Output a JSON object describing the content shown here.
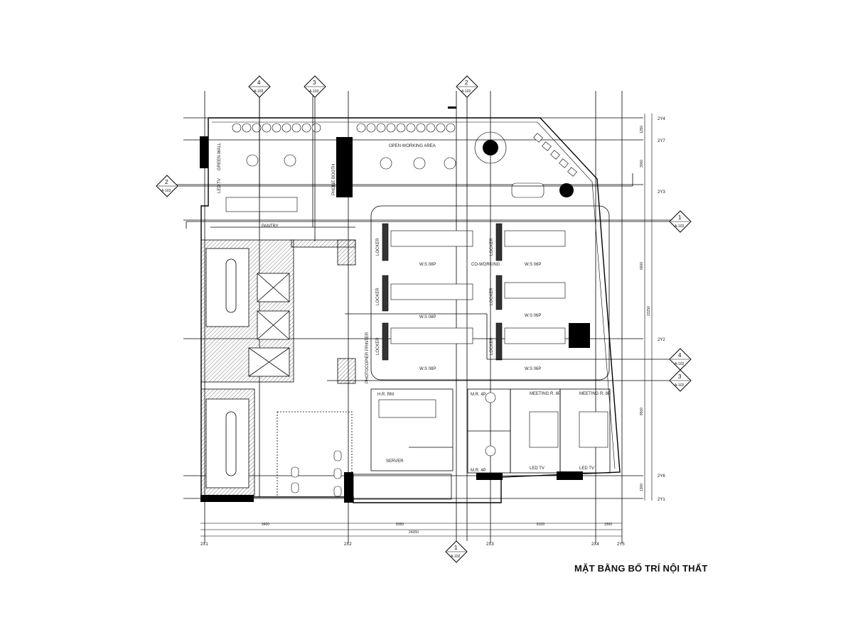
{
  "title": "MẶT BẰNG BỐ TRÍ NỘI THẤT",
  "rooms": {
    "open_working_area": "OPEN WORKING AREA",
    "phone_booth": "PHONE BOOTH",
    "green_wall": "GREEN WALL",
    "led_tv_wall": "LED TV",
    "pantry": "PANTRY",
    "co_working": "CO-WORKING",
    "locker": "LOCKER",
    "ws_08p": "W.S 08P",
    "ws_06p": "W.S 06P",
    "photocopier": "PHOTOCOPIER PRINTER",
    "hr_room": "H.R. RM",
    "server": "SERVER",
    "mr_4p": "M.R. 4P",
    "meeting_8p": "MEETING R. 8P",
    "led_tv": "LED TV"
  },
  "grid": {
    "x_axes": [
      "2X1",
      "2X2",
      "2X3",
      "2X4",
      "2Y5"
    ],
    "y_axes": [
      "2Y4",
      "2Y7",
      "2Y3",
      "2Y2",
      "2Y6",
      "2Y1"
    ]
  },
  "dimensions": {
    "bottom_segments": [
      "9400",
      "8350",
      "8100",
      "1500"
    ],
    "bottom_total": "24350",
    "right_segments": [
      "1250",
      "3000",
      "6600",
      "8500",
      "1300"
    ],
    "right_total": "22250"
  },
  "section_markers": [
    {
      "num": "4",
      "sheet": "A-103"
    },
    {
      "num": "3",
      "sheet": "A-103"
    },
    {
      "num": "2",
      "sheet": "A-102"
    },
    {
      "num": "2",
      "sheet": "A-103"
    },
    {
      "num": "1",
      "sheet": "A-102"
    },
    {
      "num": "4",
      "sheet": "A-102"
    },
    {
      "num": "3",
      "sheet": "A-102"
    },
    {
      "num": "1",
      "sheet": "A-102"
    }
  ]
}
